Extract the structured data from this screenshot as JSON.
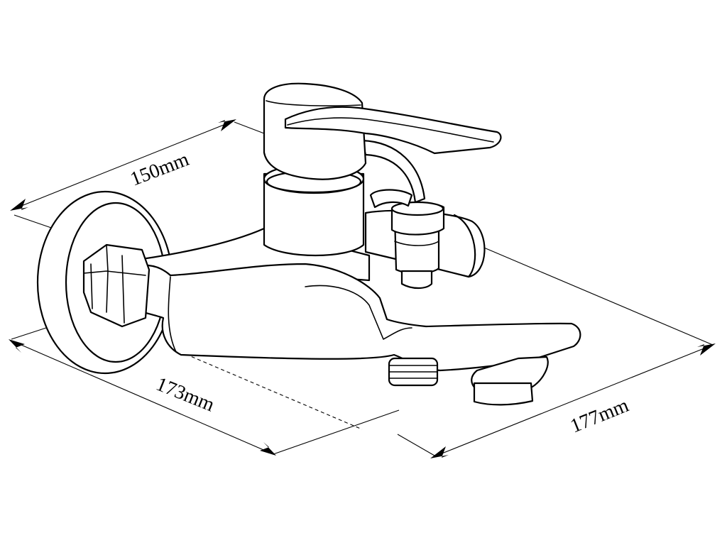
{
  "dimensions": {
    "depth_label": "150mm",
    "width_label": "173mm",
    "length_label": "177mm"
  },
  "colors": {
    "line": "#000000",
    "background": "#ffffff"
  }
}
